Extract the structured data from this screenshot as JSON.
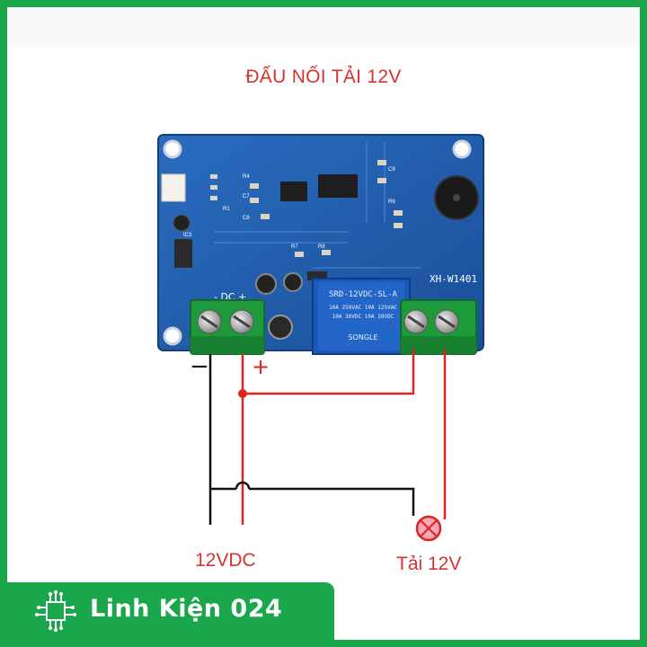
{
  "title": "ĐẤU NỐI TẢI 12V",
  "board": {
    "model_label": "XH-W1401",
    "dc_label": "- DC +",
    "relay_text_1": "SRD-12VDC-SL-A",
    "relay_text_2": "10A 250VAC 10A 125VAC",
    "relay_text_3": "10A 30VDC 10A 28VDC",
    "relay_brand": "SONGLE",
    "part_ic3": "IC3",
    "part_r1": "R1",
    "part_r4": "R4",
    "part_r7": "R7",
    "part_r8": "R8",
    "part_c7": "C7",
    "part_c8": "C8",
    "part_r9": "R9",
    "part_c9": "C9"
  },
  "terminal_signs": {
    "minus": "−",
    "plus": "+"
  },
  "labels": {
    "supply": "12VDC",
    "load": "Tải 12V"
  },
  "brand": {
    "name": "Linh Kiện 024"
  },
  "colors": {
    "frame": "#1aa64a",
    "pcb": "#1f5fb0",
    "wire_red": "#e02424",
    "wire_black": "#111111",
    "title": "#d6332f"
  }
}
